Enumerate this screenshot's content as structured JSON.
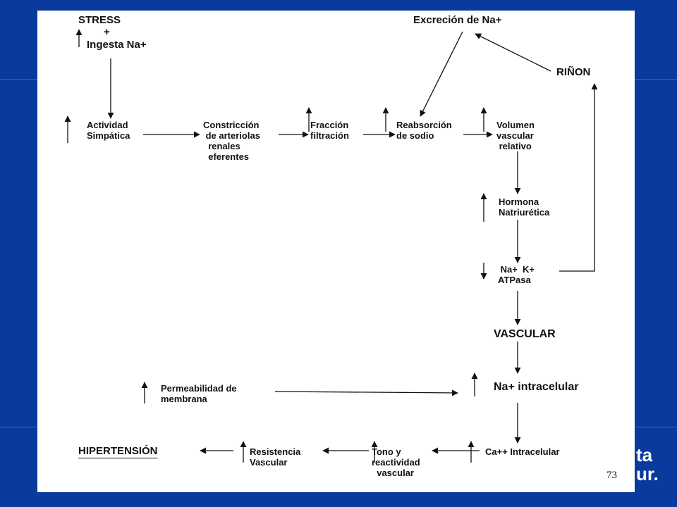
{
  "nodes": {
    "stress": "STRESS",
    "plus": "+",
    "ingesta": "Ingesta Na+",
    "excrecion": "Excreción de Na+",
    "rinon": "RIÑON",
    "actividad": "Actividad\nSimpática",
    "constriccion": "Constricción\n de arteriolas\n  renales\n  eferentes",
    "fraccion": "Fracción\nfiltración",
    "reabsorcion": "Reabsorción\nde sodio",
    "volumen": "Volumen\nvascular\n relativo",
    "hormona": "Hormona\nNatriurética",
    "atpasa": " Na+  K+\nATPasa",
    "vascular": "VASCULAR",
    "nai": "Na+ intracelular",
    "permeabilidad": "Permeabilidad de\nmembrana",
    "ca": "Ca++ Intracelular",
    "tono": "Tono y\nreactividad\n  vascular",
    "resistencia": "Resistencia\nVascular",
    "hipertension": "HIPERTENSIÓN"
  },
  "page_number": "73",
  "logo": {
    "text": "ta\nur."
  },
  "colors": {
    "background": "#0a3a9e",
    "slide": "#ffffff",
    "ink": "#111111"
  }
}
